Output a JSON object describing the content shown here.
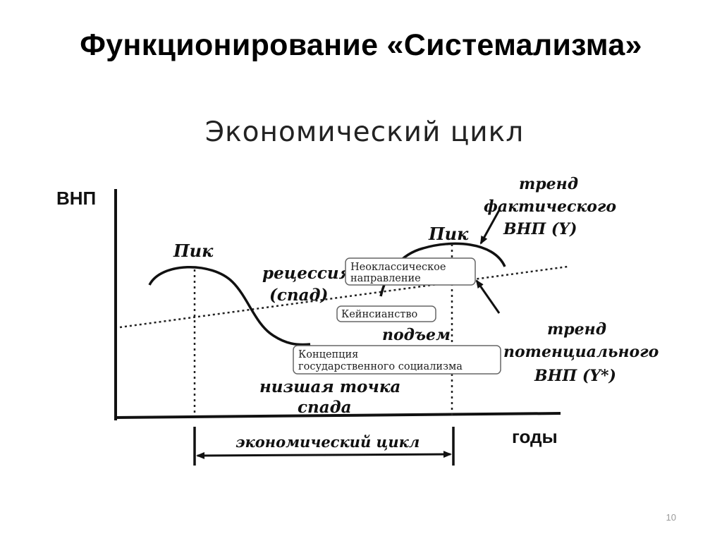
{
  "slide": {
    "title": "Функционирование «Системализма»",
    "page_number": "10"
  },
  "diagram": {
    "title": "Экономический цикл",
    "y_axis_label": "ВНП",
    "x_axis_label": "годы",
    "labels": {
      "peak_left": "Пик",
      "peak_right": "Пик",
      "recession_1": "рецессия",
      "recession_2": "(спад)",
      "rise": "подъем",
      "trough_1": "низшая точка",
      "trough_2": "спада",
      "cycle": "экономический цикл",
      "trend_actual_1": "тренд",
      "trend_actual_2": "фактического",
      "trend_actual_3": "ВНП (Y)",
      "trend_potential_1": "тренд",
      "trend_potential_2": "потенциального",
      "trend_potential_3": "ВНП (Y*)"
    },
    "boxes": {
      "neoclassical_1": "Неоклассическое",
      "neoclassical_2": "направление",
      "keynesianism": "Кейнсианство",
      "state_socialism_1": "Концепция",
      "state_socialism_2": "государственного социализма"
    }
  }
}
